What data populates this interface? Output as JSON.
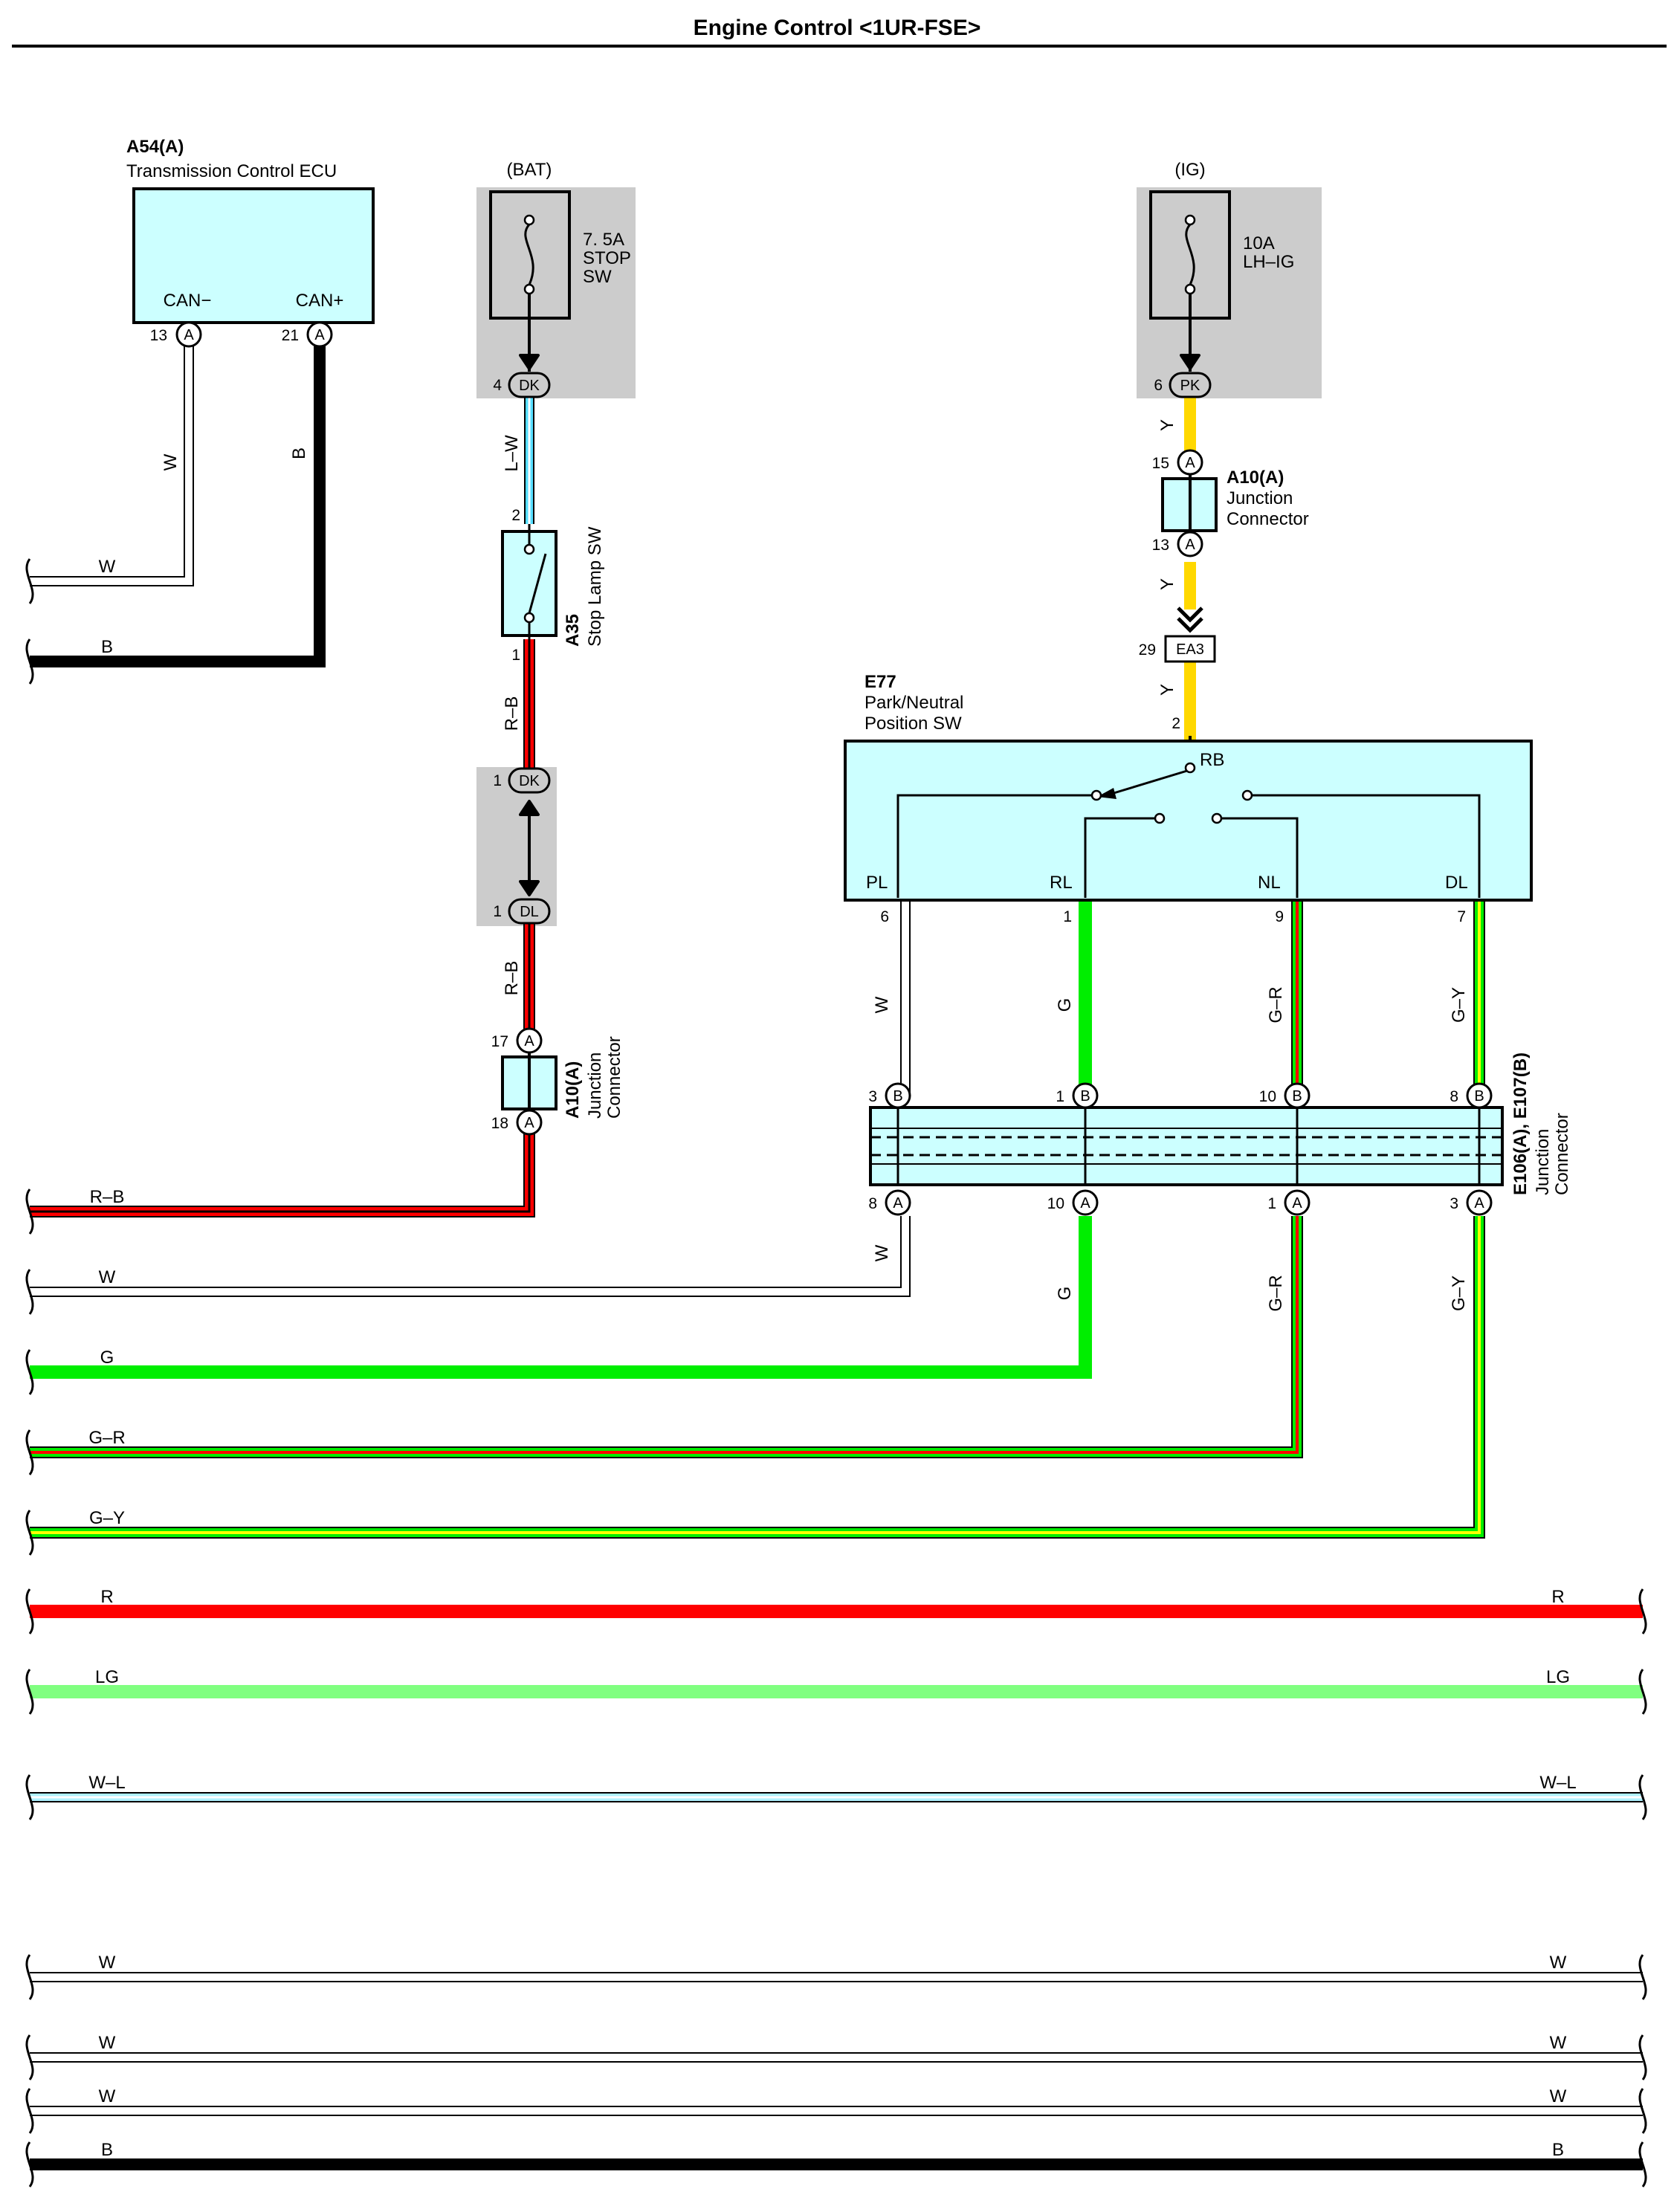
{
  "title": "Engine Control <1UR-FSE>",
  "colors": {
    "W": "#ffffff",
    "B": "#000000",
    "R": "#ff0000",
    "G": "#00ee00",
    "Y": "#ffd800",
    "L": "#55ddff",
    "LG": "#80ff80",
    "PL": "#ccffff",
    "SHADE": "#cccccc",
    "WL_STRIPE": "#aef1ff"
  },
  "components": {
    "tcm": {
      "id": "A54(A)",
      "name": "Transmission Control ECU",
      "pin_left_label": "CAN−",
      "pin_right_label": "CAN+",
      "pin_left_no": "13",
      "pin_right_no": "21",
      "pin_letter": "A"
    },
    "stop_fuse": {
      "source": "(BAT)",
      "rating": "7. 5A",
      "name_line1": "STOP",
      "name_line2": "SW",
      "conn_no": "4",
      "conn": "DK"
    },
    "ig_fuse": {
      "source": "(IG)",
      "rating": "10A",
      "name": "LH–IG",
      "conn_no": "6",
      "conn": "PK"
    },
    "stop_sw": {
      "id": "A35",
      "name": "Stop Lamp SW",
      "pin_top": "2",
      "pin_bottom": "1"
    },
    "dk_dl": {
      "dk_no": "1",
      "dk": "DK",
      "dl_no": "1",
      "dl": "DL"
    },
    "a10_left": {
      "id": "A10(A)",
      "name_line1": "Junction",
      "name_line2": "Connector",
      "pin_top": "17",
      "pin_bottom": "18",
      "pin_letter": "A"
    },
    "a10_right": {
      "id": "A10(A)",
      "name_line1": "Junction",
      "name_line2": "Connector",
      "pin_top": "15",
      "pin_bottom": "13",
      "pin_letter": "A"
    },
    "ea3": {
      "no": "29",
      "name": "EA3"
    },
    "pnp": {
      "id": "E77",
      "name_line1": "Park/Neutral",
      "name_line2": "Position SW",
      "pin_top": "2",
      "rb": "RB",
      "pl": "PL",
      "rl": "RL",
      "nl": "NL",
      "dl": "DL",
      "pl_no": "6",
      "rl_no": "1",
      "nl_no": "9",
      "dl_no": "7"
    },
    "jc_e106": {
      "id": "E106(A), E107(B)",
      "name_line1": "Junction",
      "name_line2": "Connector",
      "letter_top": "B",
      "letter_bottom": "A",
      "top_nos": [
        "3",
        "1",
        "10",
        "8"
      ],
      "bottom_nos": [
        "8",
        "10",
        "1",
        "3"
      ]
    }
  },
  "wire_labels": {
    "tcm_w": "W",
    "tcm_b": "B",
    "lw": "L–W",
    "rb_upper": "R–B",
    "rb_lower": "R–B",
    "y1": "Y",
    "y2": "Y",
    "y3": "Y",
    "w_up": "W",
    "g_up": "G",
    "gr_up": "G–R",
    "gy_up": "G–Y",
    "w_dn": "W",
    "g_dn": "G",
    "gr_dn": "G–R",
    "gy_dn": "G–Y"
  },
  "left_edge_labels": [
    "W",
    "B",
    "R–B",
    "W",
    "G",
    "G–R",
    "G–Y"
  ],
  "through_wires": [
    {
      "label": "R",
      "color_key": "R"
    },
    {
      "label": "LG",
      "color_key": "LG"
    },
    {
      "label": "W–L",
      "color_key": "W"
    },
    {
      "label": "W",
      "color_key": "W"
    },
    {
      "label": "W",
      "color_key": "W"
    },
    {
      "label": "W",
      "color_key": "W"
    },
    {
      "label": "B",
      "color_key": "B"
    }
  ]
}
